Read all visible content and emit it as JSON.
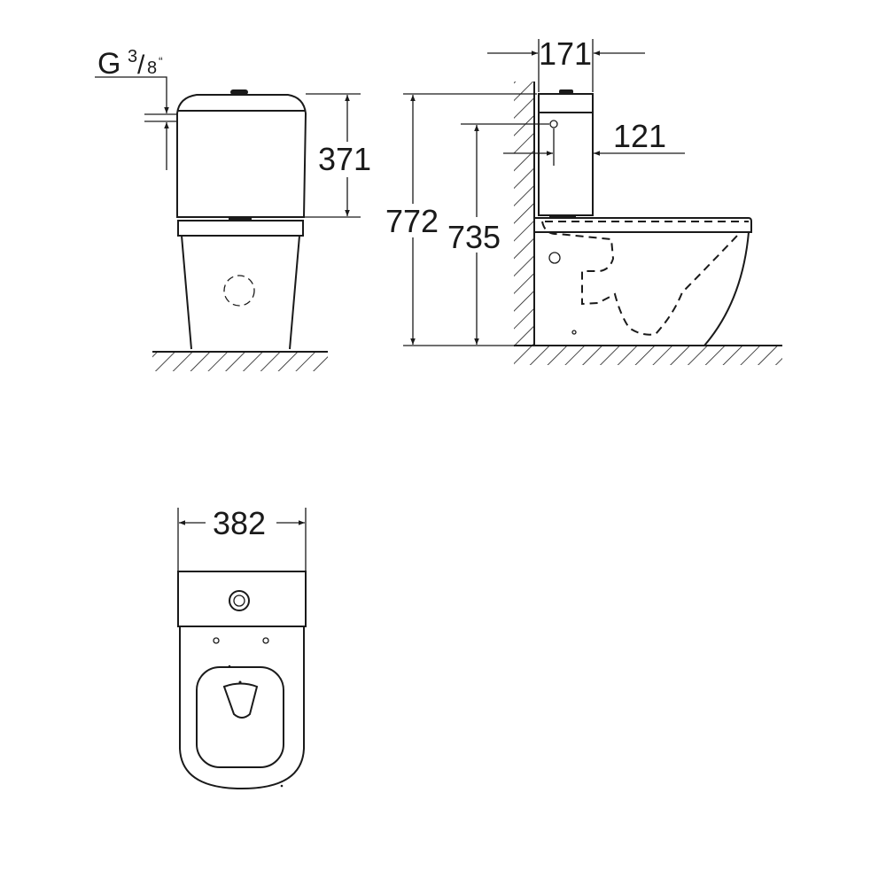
{
  "thread": {
    "prefix": "G",
    "numerator": "3",
    "slash": "/",
    "denominator": "8",
    "unit": "“"
  },
  "dimensions": {
    "tank_height": "371",
    "total_height": "772",
    "inlet_height": "735",
    "tank_depth": "171",
    "inlet_offset": "121",
    "width": "382"
  },
  "colors": {
    "line": "#1a1a1a",
    "background": "#ffffff"
  }
}
